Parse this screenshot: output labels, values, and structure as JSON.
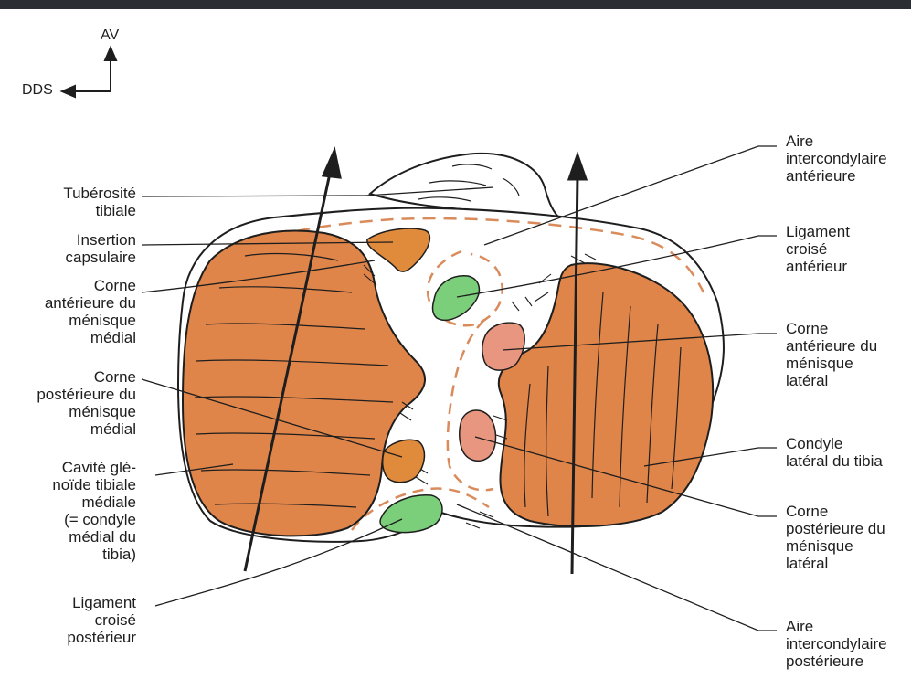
{
  "orientation": {
    "up": "AV",
    "left": "DDS"
  },
  "labels_left": [
    {
      "id": "tuberosite",
      "text": "Tubérosité\ntibiale"
    },
    {
      "id": "insertion",
      "text": "Insertion\ncapsulaire"
    },
    {
      "id": "corne-ant-med",
      "text": "Corne\nantérieure du\nménisque\nmédial"
    },
    {
      "id": "corne-post-med",
      "text": "Corne\npostérieure du\nménisque\nmédial"
    },
    {
      "id": "cavite",
      "text": "Cavité glé-\nnoïde tibiale\nmédiale\n(= condyle\nmédial du\ntibia)"
    },
    {
      "id": "lig-post",
      "text": "Ligament\ncroisé\npostérieur"
    }
  ],
  "labels_right": [
    {
      "id": "aire-ant",
      "text": "Aire\nintercondylaire\nantérieure"
    },
    {
      "id": "lig-ant",
      "text": "Ligament\ncroisé\nantérieur"
    },
    {
      "id": "corne-ant-lat",
      "text": "Corne\nantérieure du\nménisque\nlatéral"
    },
    {
      "id": "condyle-lat",
      "text": "Condyle\nlatéral du tibia"
    },
    {
      "id": "corne-post-lat",
      "text": "Corne\npostérieure du\nménisque\nlatéral"
    },
    {
      "id": "aire-post",
      "text": "Aire\nintercondylaire\npostérieure"
    }
  ],
  "colors": {
    "condyle": "#e0854a",
    "meniscus_horn_medial": "#e08a3c",
    "meniscus_horn_lateral": "#e8967f",
    "ligament": "#7ccf7a",
    "dashed": "#d98b5c",
    "line": "#1e1e1e"
  }
}
